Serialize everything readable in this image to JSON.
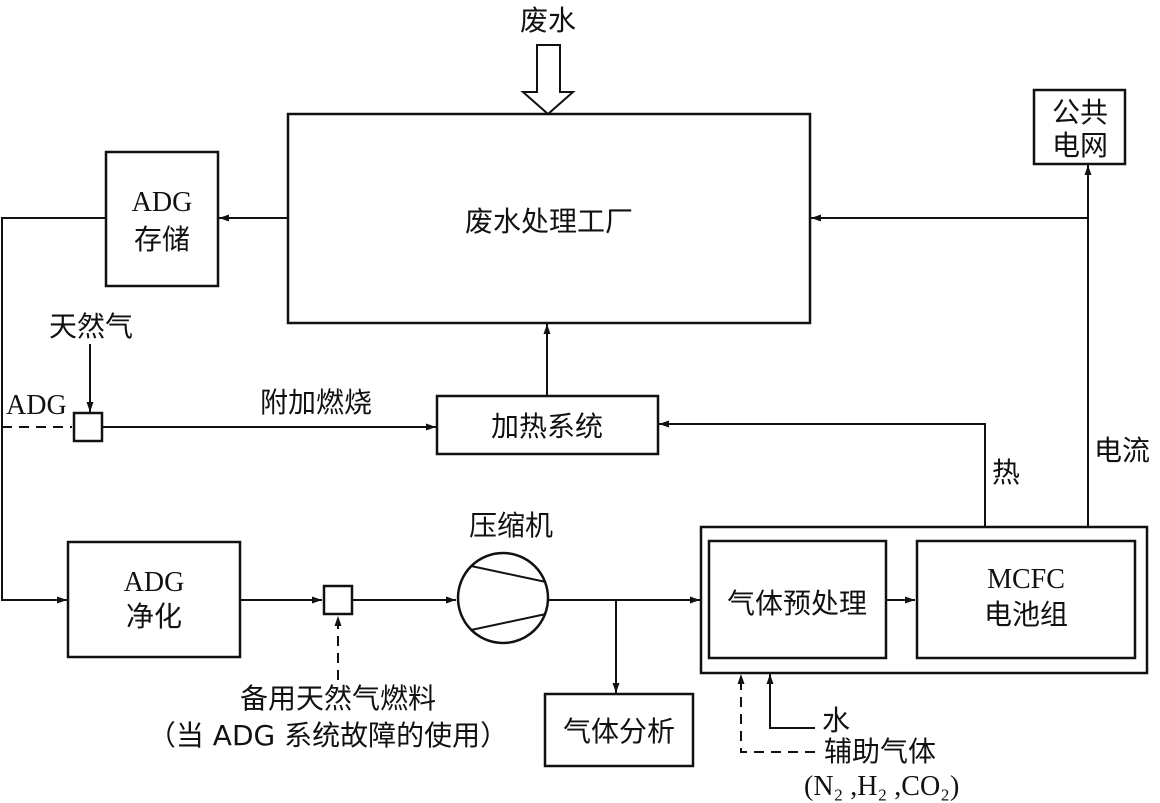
{
  "labels": {
    "wastewater_in": "废水",
    "plant": "废水处理工厂",
    "adg_storage_1": "ADG",
    "adg_storage_2": "存储",
    "public_grid_1": "公共",
    "public_grid_2": "电网",
    "natural_gas": "天然气",
    "adg_input": "ADG",
    "aux_combustion": "附加燃烧",
    "heating_system": "加热系统",
    "heat": "热",
    "current": "电流",
    "compressor": "压缩机",
    "adg_purify_1": "ADG",
    "adg_purify_2": "净化",
    "gas_pretreat": "气体预处理",
    "mcfc_1": "MCFC",
    "mcfc_2": "电池组",
    "gas_analysis": "气体分析",
    "backup_fuel_1": "备用天然气燃料",
    "backup_fuel_2": "（当 ADG 系统故障的使用）",
    "water": "水",
    "aux_gas": "辅助气体",
    "aux_gas_formula": "(N₂ ,H₂ ,CO₂)"
  }
}
